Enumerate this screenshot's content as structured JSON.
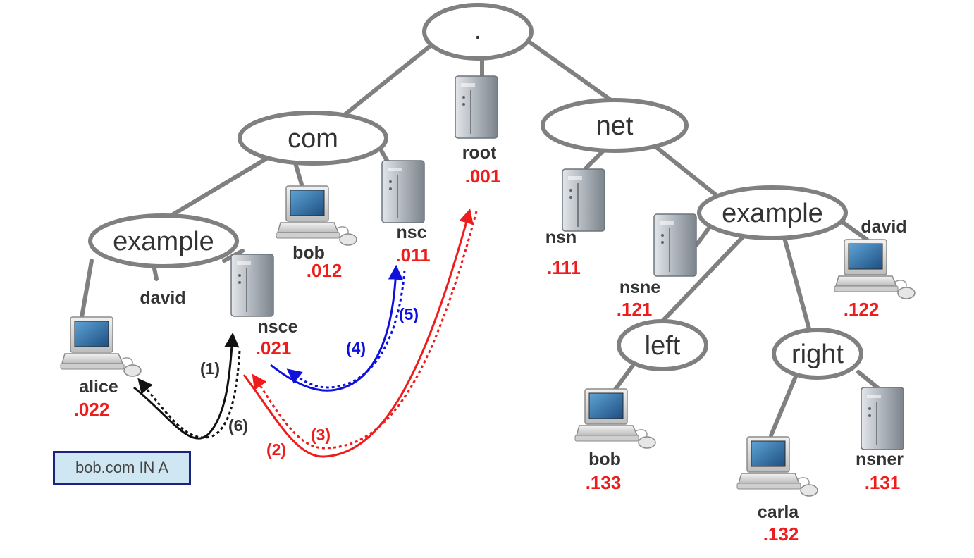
{
  "zones": {
    "root": ".",
    "com": "com",
    "net": "net",
    "example_com": "example",
    "example_net": "example",
    "left": "left",
    "right": "right"
  },
  "hosts": {
    "root": {
      "name": "root",
      "ip": ".001",
      "icon": "server-icon"
    },
    "nsc": {
      "name": "nsc",
      "ip": ".011",
      "icon": "server-icon"
    },
    "bob_com": {
      "name": "bob",
      "ip": ".012",
      "icon": "desktop-computer-icon"
    },
    "nsce": {
      "name": "nsce",
      "ip": ".021",
      "icon": "server-icon"
    },
    "alice": {
      "name": "alice",
      "ip": ".022",
      "icon": "desktop-computer-icon"
    },
    "david_com": {
      "name": "david"
    },
    "nsn": {
      "name": "nsn",
      "ip": ".111",
      "icon": "server-icon"
    },
    "nsne": {
      "name": "nsne",
      "ip": ".121",
      "icon": "server-icon"
    },
    "david_net": {
      "name": "david",
      "ip": ".122",
      "icon": "desktop-computer-icon"
    },
    "bob_left": {
      "name": "bob",
      "ip": ".133",
      "icon": "desktop-computer-icon"
    },
    "carla": {
      "name": "carla",
      "ip": ".132",
      "icon": "desktop-computer-icon"
    },
    "nsner": {
      "name": "nsner",
      "ip": ".131",
      "icon": "server-icon"
    }
  },
  "steps": {
    "s1": "(1)",
    "s2": "(2)",
    "s3": "(3)",
    "s4": "(4)",
    "s5": "(5)",
    "s6": "(6)"
  },
  "query": "bob.com IN A",
  "colors": {
    "line": "#808080",
    "ip": "#ee1c1c",
    "step_black": "#111111",
    "step_red": "#ee1c1c",
    "step_blue": "#1010dd",
    "query_fill": "#cfe7f3",
    "query_border": "#1a237e"
  }
}
